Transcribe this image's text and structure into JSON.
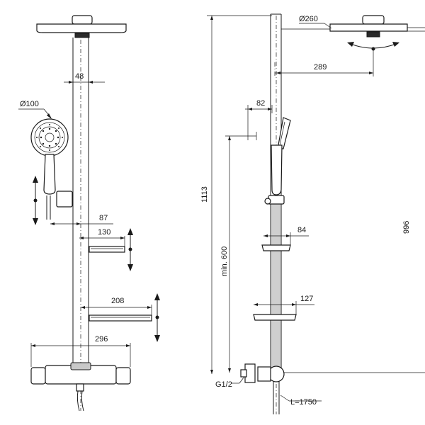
{
  "front_view": {
    "dims": {
      "head_diameter": "Ø100",
      "pipe_width": "48",
      "clamp_offset": "87",
      "small_shelf_width": "130",
      "large_shelf_width": "208",
      "mixer_width": "296"
    }
  },
  "side_view": {
    "dims": {
      "overhead_diameter": "Ø260",
      "overhead_projection": "289",
      "handshower_projection": "82",
      "total_height": "1113",
      "min_height": "min. 600",
      "rail_height": "996",
      "small_shelf_depth": "84",
      "large_shelf_depth": "127",
      "inlet_thread": "G1/2",
      "hose_length": "L=1750"
    }
  },
  "icons": [
    "double-arrow-vertical-icon",
    "rotation-arrow-icon"
  ]
}
